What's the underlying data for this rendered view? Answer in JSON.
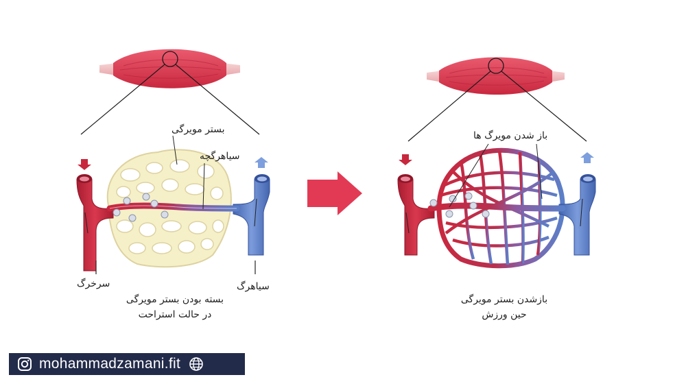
{
  "left_panel": {
    "label_capillary_bed": "بستر مویرگی",
    "label_venule": "سیاهرگچه",
    "label_artery": "سرخرگ",
    "label_vein": "سیاهرگ",
    "caption_line1": "بسته بودن بستر مویرگی",
    "caption_line2": "در حالت استراحت"
  },
  "right_panel": {
    "label_open_capillaries": "باز شدن مویرگ ها",
    "caption_line1": "بازشدن بستر مویرگی",
    "caption_line2": "حین ورزش"
  },
  "watermark": {
    "text": "mohammadzamani.fit"
  },
  "colors": {
    "muscle": "#e0374f",
    "artery": "#c8283d",
    "vein": "#5b7fc8",
    "closed_capillary": "#f6f0c8",
    "arrow": "#e23a55",
    "watermark_bg": "#232b4a"
  }
}
